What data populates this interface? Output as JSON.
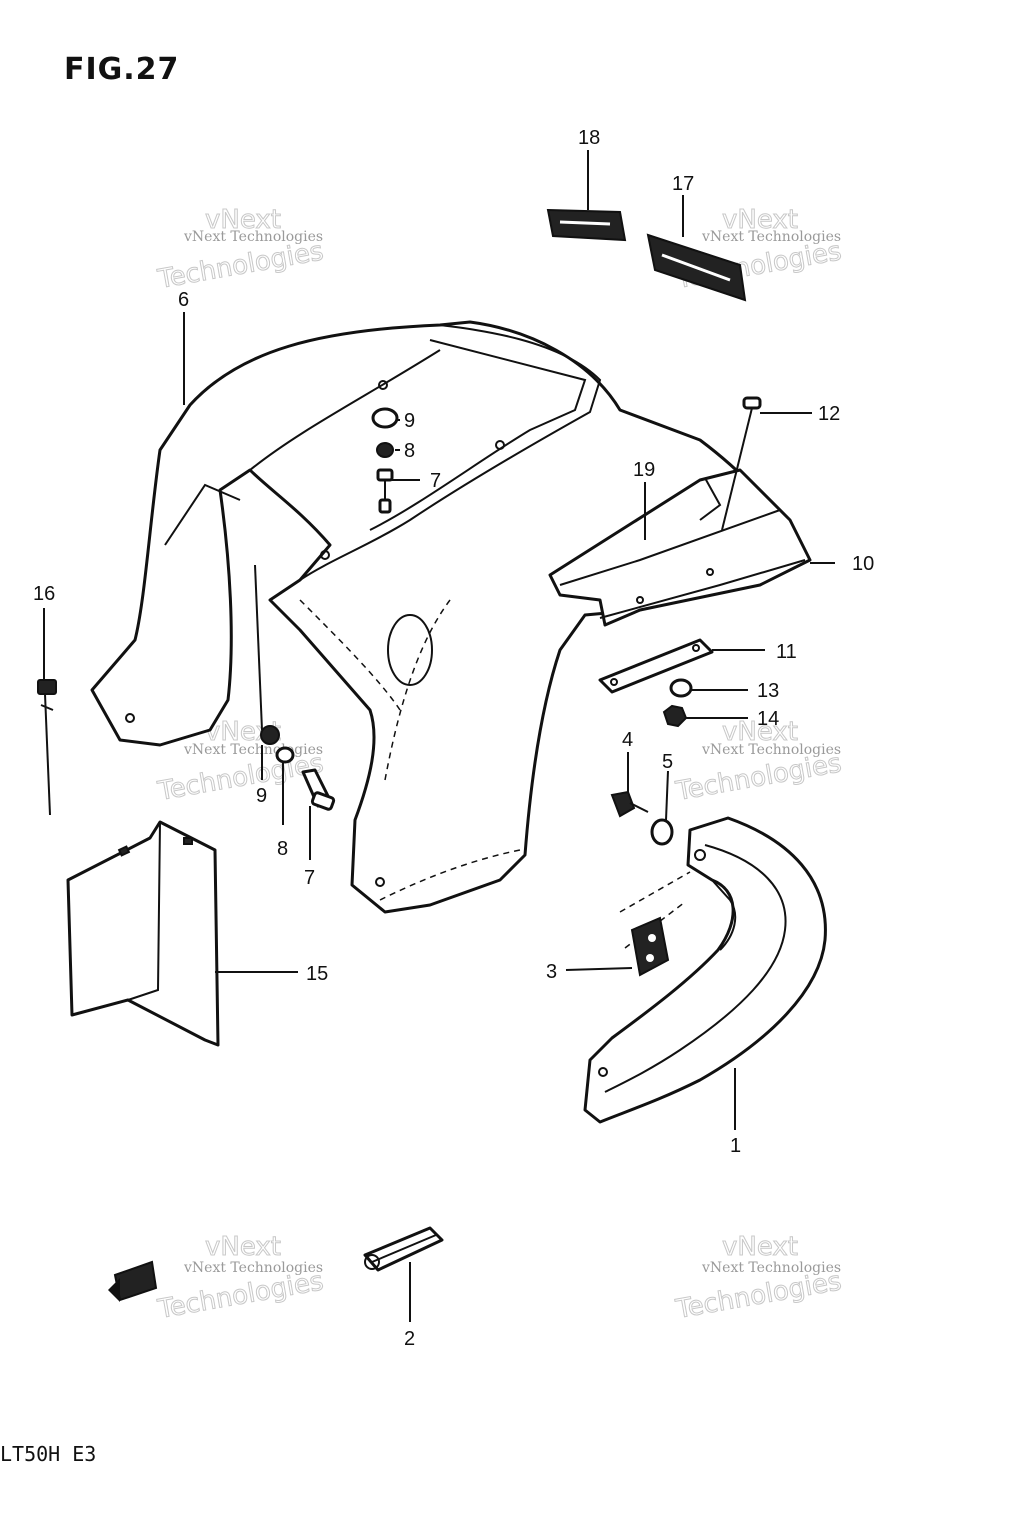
{
  "figure": {
    "title": "FIG.27",
    "model_code": "LT50H E3"
  },
  "watermark": {
    "line_small": "vNext Technologies",
    "line_big_top": "vNext",
    "line_big_bottom": "Technologies"
  },
  "callouts": [
    {
      "id": "c18",
      "label": "18"
    },
    {
      "id": "c17",
      "label": "17"
    },
    {
      "id": "c6",
      "label": "6"
    },
    {
      "id": "c9a",
      "label": "9"
    },
    {
      "id": "c8a",
      "label": "8"
    },
    {
      "id": "c7a",
      "label": "7"
    },
    {
      "id": "c12",
      "label": "12"
    },
    {
      "id": "c19",
      "label": "19"
    },
    {
      "id": "c10",
      "label": "10"
    },
    {
      "id": "c16",
      "label": "16"
    },
    {
      "id": "c11",
      "label": "11"
    },
    {
      "id": "c13",
      "label": "13"
    },
    {
      "id": "c14",
      "label": "14"
    },
    {
      "id": "c4",
      "label": "4"
    },
    {
      "id": "c5",
      "label": "5"
    },
    {
      "id": "c9b",
      "label": "9"
    },
    {
      "id": "c8b",
      "label": "8"
    },
    {
      "id": "c7b",
      "label": "7"
    },
    {
      "id": "c15",
      "label": "15"
    },
    {
      "id": "c3",
      "label": "3"
    },
    {
      "id": "c1",
      "label": "1"
    },
    {
      "id": "c2",
      "label": "2"
    }
  ]
}
